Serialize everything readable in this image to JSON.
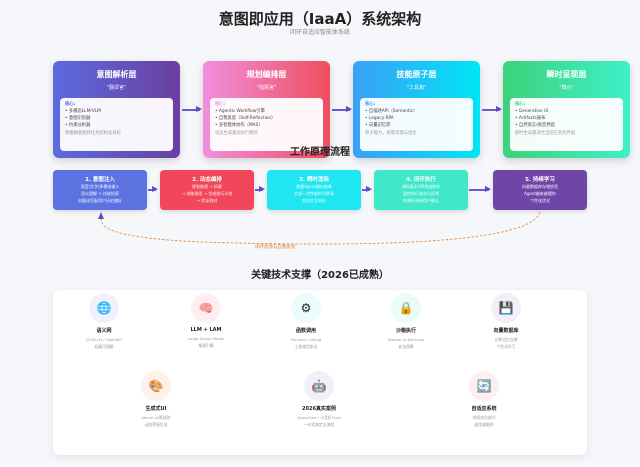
{
  "header": {
    "title": "意图即应用（IaaA）系统架构",
    "subtitle": "闭环自适应智能体系统"
  },
  "layers": [
    {
      "name": "意图解析层",
      "nick": "\"翻译官\"",
      "tag": "核心:",
      "items": [
        "• 多模态LLM/VLM",
        "• 意图识别器",
        "• 约束分析器"
      ],
      "note": "将模糊意图转化为结构化目标",
      "color_from": "#5b6be0",
      "color_to": "#6a3fa0"
    },
    {
      "name": "规划编排层",
      "nick": "\"指挥官\"",
      "tag": "核心:",
      "items": [
        "• Agentic Workflow引擎",
        "• 自我反思（Self-Reflection）",
        "• 多智能体协作（MAS）"
      ],
      "note": "动态生成最优执行路径",
      "color_from": "#f08fe0",
      "color_to": "#f04e5e"
    },
    {
      "name": "技能原子层",
      "nick": "\"工具箱\"",
      "tag": "核心:",
      "items": [
        "• 自描述API（Semantic）",
        "• Legacy RPA",
        "• 向量记忆库"
      ],
      "note": "原子能力，按需发现与组合",
      "color_from": "#3aa0f5",
      "color_to": "#00e5f5"
    },
    {
      "name": "瞬时呈现层",
      "nick": "\"舞台\"",
      "tag": "核心:",
      "items": [
        "• Generative UI",
        "• Artifacts画布",
        "• 自然语言/语音界面"
      ],
      "note": "即时生成最适合当前任务的界面",
      "color_from": "#3dd27a",
      "color_to": "#3ef0c8"
    }
  ],
  "workflow": {
    "title": "工作原理流程",
    "loop_label": "闭环反馈与自我优化",
    "steps": [
      {
        "title": "1. 意图注入",
        "lines": [
          "语音/文字/多模态输入",
          "语义理解 + 技能检索",
          "向量化匹配用户历史偏好"
        ],
        "color": "#5b72e0"
      },
      {
        "title": "2. 动态编排",
        "lines": [
          "规划推理 → 拆解",
          "→ 技能调用 → 生成执行计划",
          "→ 验证校对"
        ],
        "color": "#f0475a"
      },
      {
        "title": "3. 瞬时渲染",
        "lines": [
          "根据Agent输出结果",
          "生成一次性临时UI界面",
          "实时交互响应"
        ],
        "color": "#1fe6f0"
      },
      {
        "title": "4. 闭环执行",
        "lines": [
          "调用真实API完成操作",
          "监控执行状态与异常",
          "结果反馈给用户确认"
        ],
        "color": "#3fe8c8"
      },
      {
        "title": "5. 持续学习",
        "lines": [
          "向量数据库存储经验",
          "Agent越来越懂你",
          "个性化优化"
        ],
        "color": "#6f46a8"
      }
    ]
  },
  "tech": {
    "title": "关键技术支撑（2026已成熟）",
    "items": [
      {
        "icon": "globe",
        "glyph": "🌐",
        "name": "语义网",
        "lines": [
          "JSON-LD / OpenAPI",
          "机器可理解"
        ],
        "bg": "#eef0fb"
      },
      {
        "icon": "brain",
        "glyph": "🧠",
        "name": "LLM + LAM",
        "lines": [
          "Large Action Model",
          "推理引擎"
        ],
        "bg": "#fdeef0"
      },
      {
        "icon": "gear",
        "glyph": "⚙",
        "name": "函数调用",
        "lines": [
          "Function Calling",
          "工具使用协议"
        ],
        "bg": "#eafcfb"
      },
      {
        "icon": "lock",
        "glyph": "🔒",
        "name": "沙箱执行",
        "lines": [
          "Human-in-the-Loop",
          "安全保障"
        ],
        "bg": "#eafcf6"
      },
      {
        "icon": "floppy",
        "glyph": "💾",
        "name": "向量数据库",
        "lines": [
          "长期记忆存储",
          "个性化学习"
        ],
        "bg": "#f3eef8"
      },
      {
        "icon": "palette",
        "glyph": "🎨",
        "name": "生成式UI",
        "lines": [
          "Vercel v0等成熟",
          "动态界面生成"
        ],
        "bg": "#fdf1ea"
      },
      {
        "icon": "robot",
        "glyph": "🤖",
        "name": "2026真实案例",
        "lines": [
          "OpenClaw / 小龙虾Claw",
          "一句话搞定全流程"
        ],
        "bg": "#f0f0f8"
      },
      {
        "icon": "refresh",
        "glyph": "🔄",
        "name": "自适应系统",
        "lines": [
          "持续优化迭代",
          "越用越聪明"
        ],
        "bg": "#fdeef0"
      }
    ]
  }
}
